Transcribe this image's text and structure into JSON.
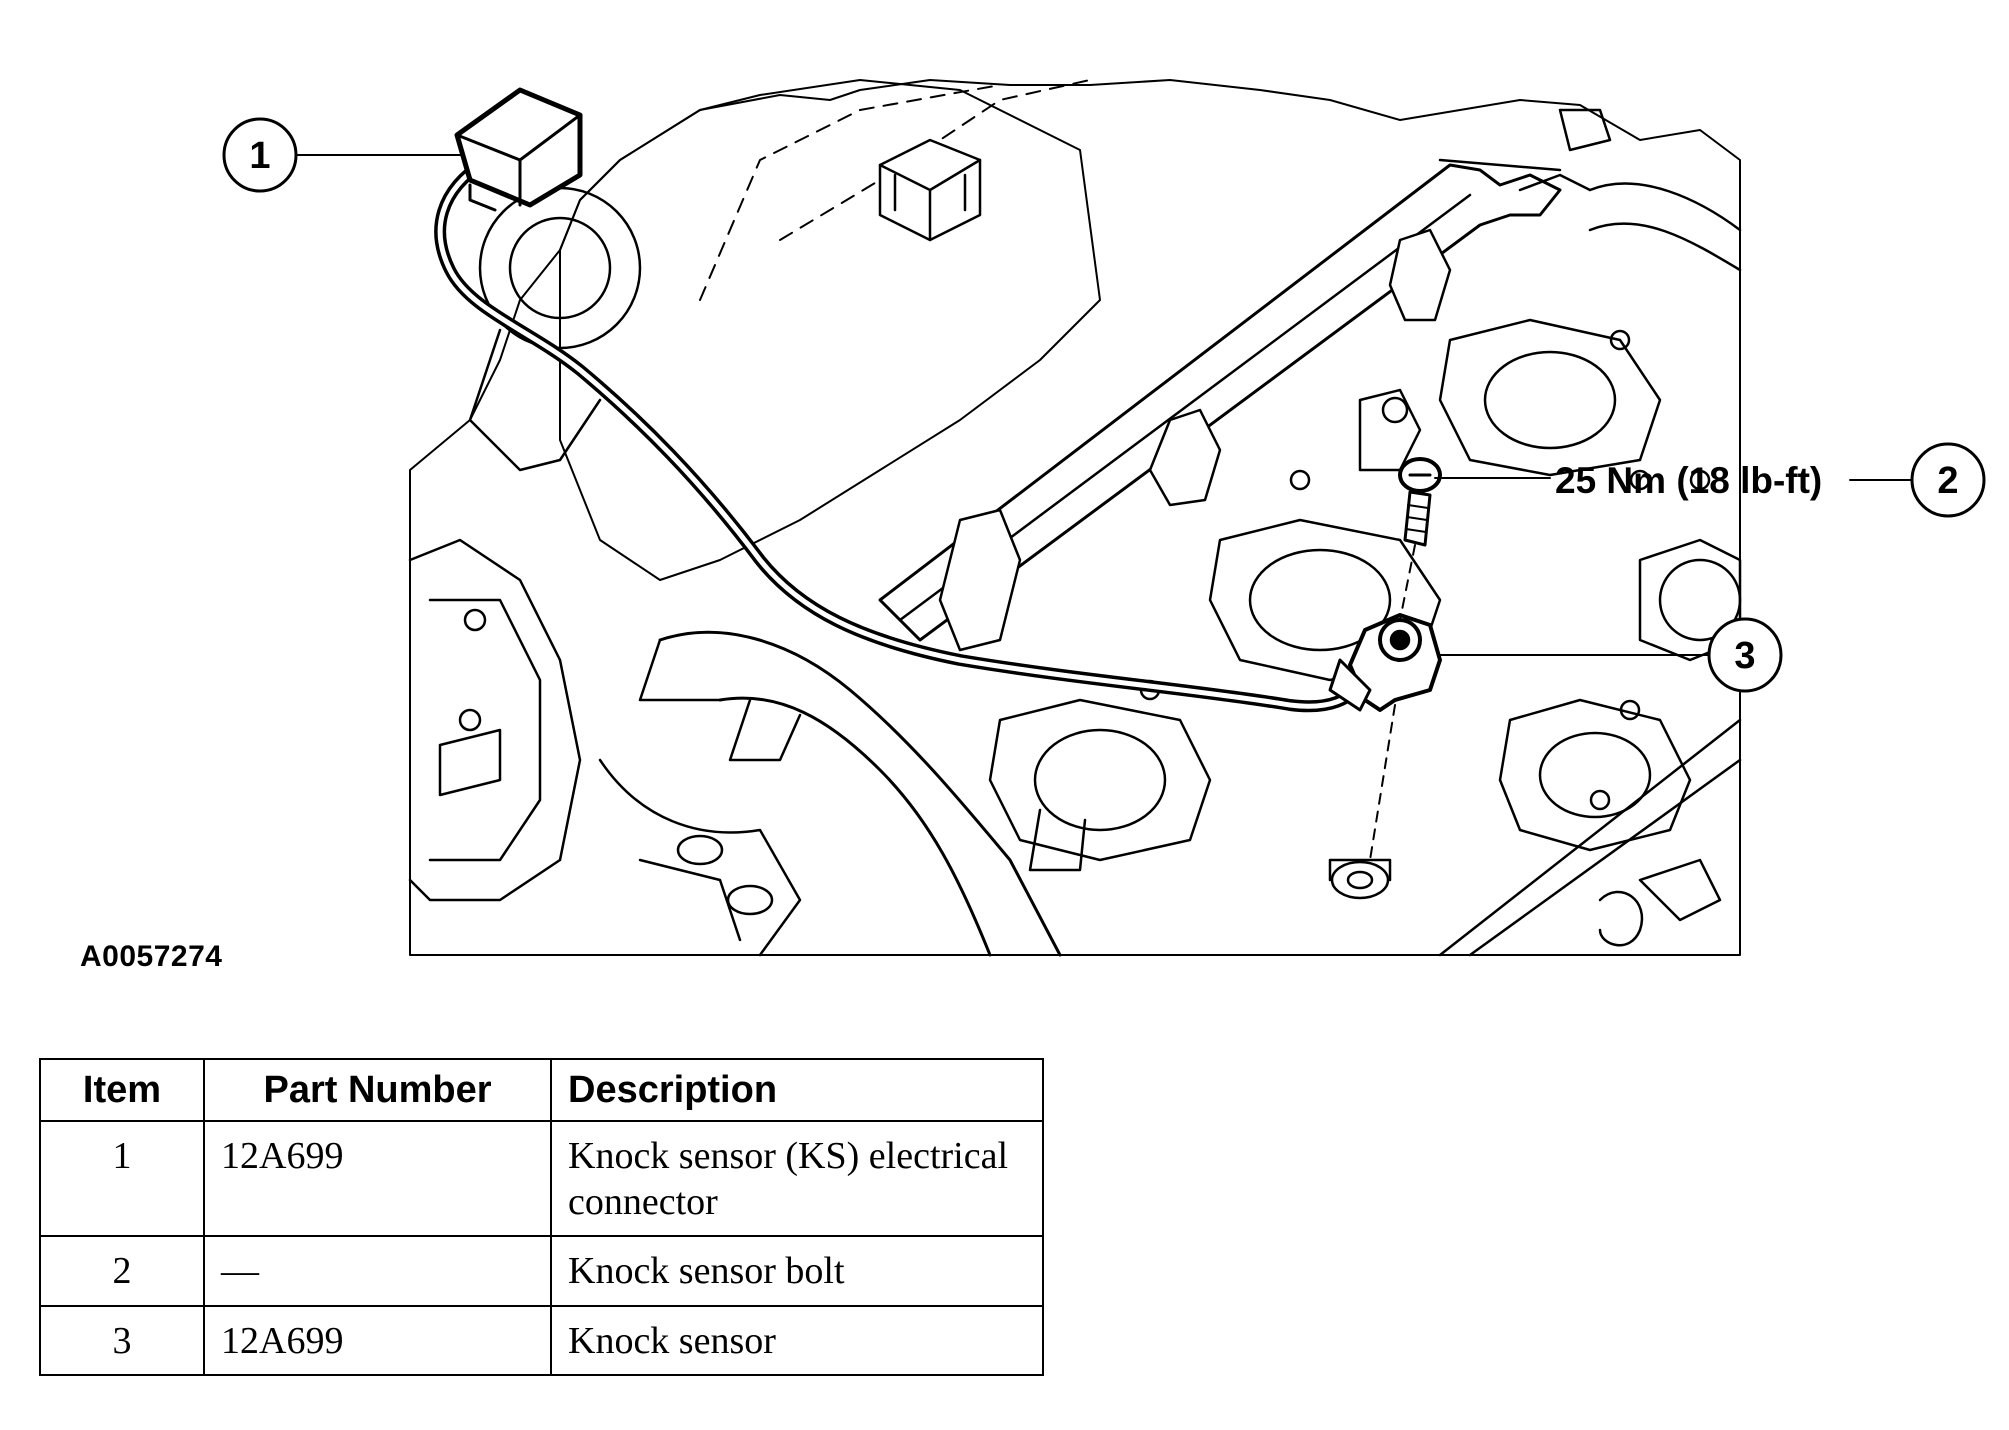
{
  "diagram": {
    "figure_id": "A0057274",
    "callouts": [
      {
        "number": "1"
      },
      {
        "number": "2",
        "spec": "25 Nm (18 lb-ft)"
      },
      {
        "number": "3"
      }
    ]
  },
  "parts_table": {
    "headers": {
      "item": "Item",
      "part_number": "Part Number",
      "description": "Description"
    },
    "rows": [
      {
        "item": "1",
        "part_number": "12A699",
        "description": "Knock sensor (KS) electrical connector"
      },
      {
        "item": "2",
        "part_number": "—",
        "description": "Knock sensor bolt"
      },
      {
        "item": "3",
        "part_number": "12A699",
        "description": "Knock sensor"
      }
    ]
  },
  "colors": {
    "line": "#000000",
    "background": "#ffffff"
  }
}
